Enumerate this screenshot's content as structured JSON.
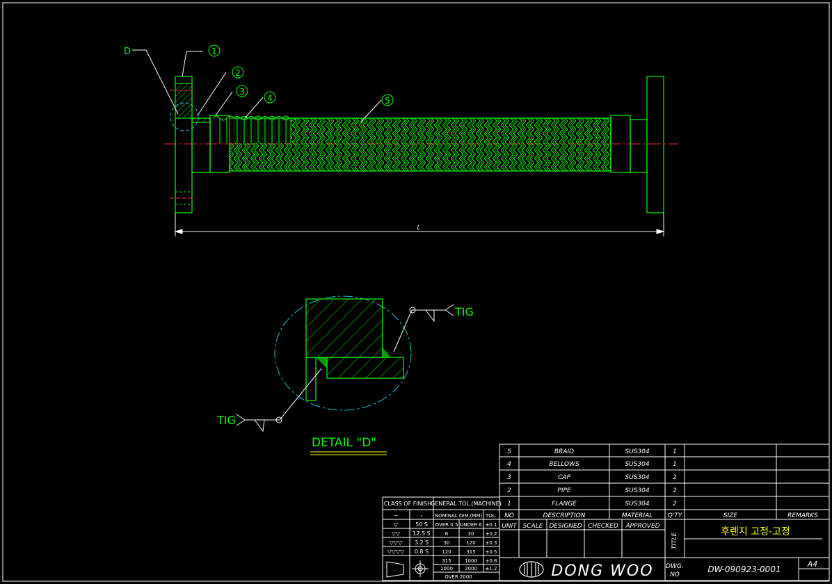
{
  "colors": {
    "background": "#000000",
    "part_outline": "#00ff00",
    "table_lines": "#ffffff",
    "centerline": "#ff2a2a",
    "detail_circle": "#22c8e0",
    "title_text": "#ffff00",
    "leader": "#ffffff"
  },
  "drawing": {
    "detail_ref": "D",
    "balloons": [
      "1",
      "2",
      "3",
      "4",
      "5"
    ],
    "dimension_label": "L",
    "detail": {
      "title": "DETAIL \"D\"",
      "weld_label_top": "TIG",
      "weld_label_bottom": "TIG"
    }
  },
  "bom": {
    "rows": [
      {
        "no": "5",
        "description": "BRAID",
        "material": "SUS304",
        "qty": "1"
      },
      {
        "no": "4",
        "description": "BELLOWS",
        "material": "SUS304",
        "qty": "1"
      },
      {
        "no": "3",
        "description": "CAP",
        "material": "SUS304",
        "qty": "2"
      },
      {
        "no": "2",
        "description": "PIPE",
        "material": "SUS304",
        "qty": "2"
      },
      {
        "no": "1",
        "description": "FLANGE",
        "material": "SUS304",
        "qty": "2"
      }
    ],
    "header": {
      "no": "NO",
      "description": "DESCRIPTION",
      "material": "MATERIAL",
      "qty": "Q'TY",
      "size": "SIZE",
      "remarks": "REMARKS"
    }
  },
  "title_block": {
    "unit": "UNIT",
    "scale": "SCALE",
    "designed": "DESIGNED",
    "checked": "CHECKED",
    "approved": "APPROVED",
    "title_label": "TITLE",
    "title": "후렌지 고정-고정",
    "company": "DONG WOO",
    "dwg_label_1": "DWG.",
    "dwg_label_2": "NO",
    "dwg_no": "DW-090923-0001",
    "sheet_size": "A4"
  },
  "finish_table": {
    "header": "CLASS OF FINISH",
    "col_sym": "~",
    "col_val": "-",
    "rows": [
      {
        "sym": "▽",
        "val": "50 S"
      },
      {
        "sym": "▽▽",
        "val": "12.5 S"
      },
      {
        "sym": "▽▽▽",
        "val": "3.2 S"
      },
      {
        "sym": "▽▽▽▽",
        "val": "0.8 S"
      }
    ]
  },
  "tolerance_table": {
    "header": "GENERAL TOL.(MACHINE)",
    "col_nominal": "NOMINAL DIM.(MM)",
    "col_tol": "TOL.",
    "rows": [
      {
        "from": "OVER 0.5",
        "to": "UNDER 6",
        "tol": "±0.1"
      },
      {
        "from": "6",
        "to": "30",
        "tol": "±0.2"
      },
      {
        "from": "30",
        "to": "120",
        "tol": "±0.3"
      },
      {
        "from": "120",
        "to": "315",
        "tol": "±0.5"
      },
      {
        "from": "315",
        "to": "1000",
        "tol": "±0.8"
      },
      {
        "from": "1000",
        "to": "2000",
        "tol": "±1.2"
      }
    ],
    "last_row": "OVER 2000"
  }
}
